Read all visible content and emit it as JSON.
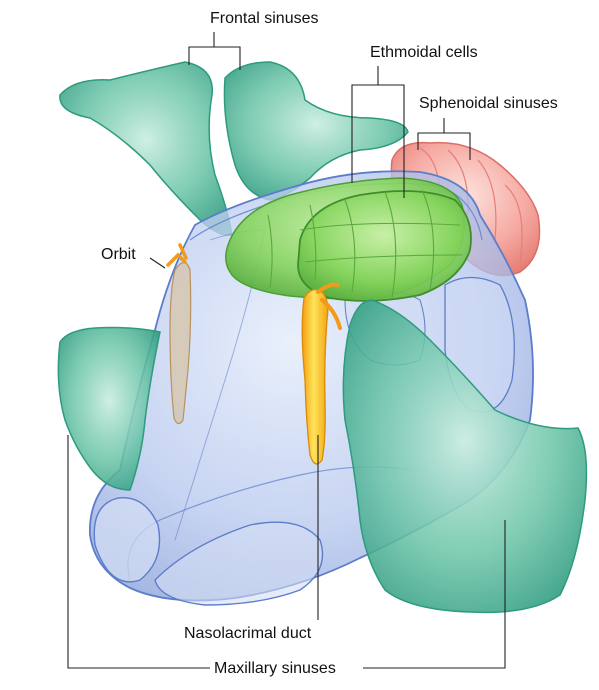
{
  "labels": {
    "frontal": "Frontal sinuses",
    "ethmoidal": "Ethmoidal cells",
    "sphenoidal": "Sphenoidal sinuses",
    "orbit": "Orbit",
    "nasolacrimal": "Nasolacrimal duct",
    "maxillary": "Maxillary sinuses"
  },
  "colors": {
    "frontal_sinus": "#3fae92",
    "ethmoid_cells": "#7fd05a",
    "sphenoid_sinus": "#f08c86",
    "nasal_cavity": "#a9bde8",
    "nasolacrimal_duct": "#f7c21a",
    "maxillary_sinus": "#3ea88c",
    "leader_line": "#222222"
  }
}
